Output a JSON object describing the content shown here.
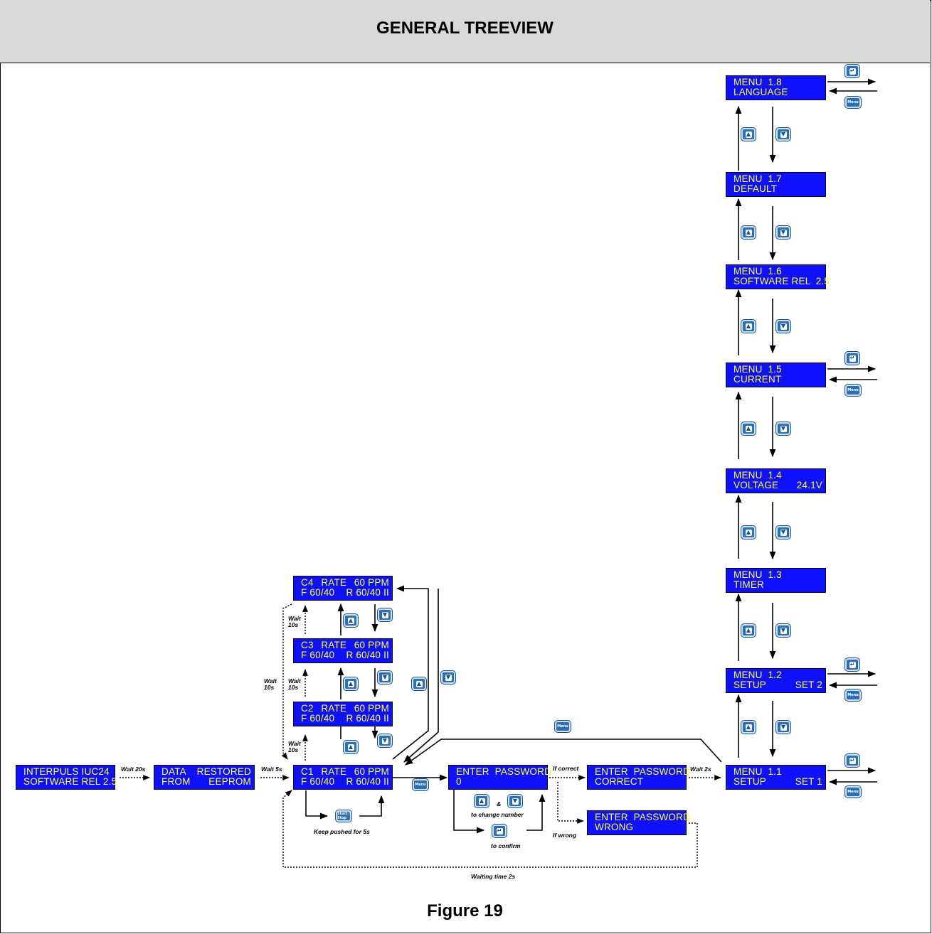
{
  "header": {
    "title": "GENERAL TREEVIEW"
  },
  "caption": "Figure 19",
  "screens": {
    "start": [
      "INTERPULS IUC24",
      "SOFTWARE REL 2.5"
    ],
    "restore": [
      "DATA",
      "RESTORED",
      "FROM",
      "EEPROM"
    ],
    "c1": [
      "C1",
      "RATE",
      "60 PPM",
      "F 60/40",
      "R 60/40 II"
    ],
    "c2": [
      "C2",
      "RATE",
      "60 PPM",
      "F 60/40",
      "R 60/40 II"
    ],
    "c3": [
      "C3",
      "RATE",
      "60 PPM",
      "F 60/40",
      "R 60/40 II"
    ],
    "c4": [
      "C4",
      "RATE",
      "60 PPM",
      "F 60/40",
      "R 60/40 II"
    ],
    "pwd": [
      "ENTER  PASSWORD",
      "0"
    ],
    "pwd_ok": [
      "ENTER  PASSWORD",
      "CORRECT"
    ],
    "pwd_bad": [
      "ENTER  PASSWORD",
      "WRONG"
    ],
    "m11": [
      "MENU  1.1",
      "SETUP",
      "SET 1"
    ],
    "m12": [
      "MENU  1.2",
      "SETUP",
      "SET 2"
    ],
    "m13": [
      "MENU  1.3",
      "TIMER"
    ],
    "m14": [
      "MENU  1.4",
      "VOLTAGE",
      "24.1V"
    ],
    "m15": [
      "MENU  1.5",
      "CURRENT"
    ],
    "m16": [
      "MENU  1.6",
      "SOFTWARE REL  2.5"
    ],
    "m17": [
      "MENU  1.7",
      "DEFAULT"
    ],
    "m18": [
      "MENU  1.8",
      "LANGUAGE"
    ]
  },
  "notes": {
    "wait20": "Wait 20s",
    "wait5": "Wait 5s",
    "wait10": "Wait 10s",
    "keep_pushed": "Keep pushed for 5s",
    "if_correct": "If correct",
    "if_wrong": "If wrong",
    "wait2": "Wait 2s",
    "change_number": "to change number",
    "confirm": "to confirm",
    "waiting_time": "Waiting time 2s",
    "and": "&"
  },
  "keys": {
    "up_icon": "arrow-up-key-icon",
    "down_icon": "arrow-down-key-icon",
    "enter_icon": "enter-key-icon",
    "menu_icon": "menu-key-icon",
    "menu_label": "Menu",
    "stop_label": "Start / Stop"
  },
  "colors": {
    "lcd_bg": "#0f10ff",
    "lcd_text": "#ffff2a",
    "key_bg": "#2d6fb3",
    "header_bg": "#d9d9d9"
  }
}
